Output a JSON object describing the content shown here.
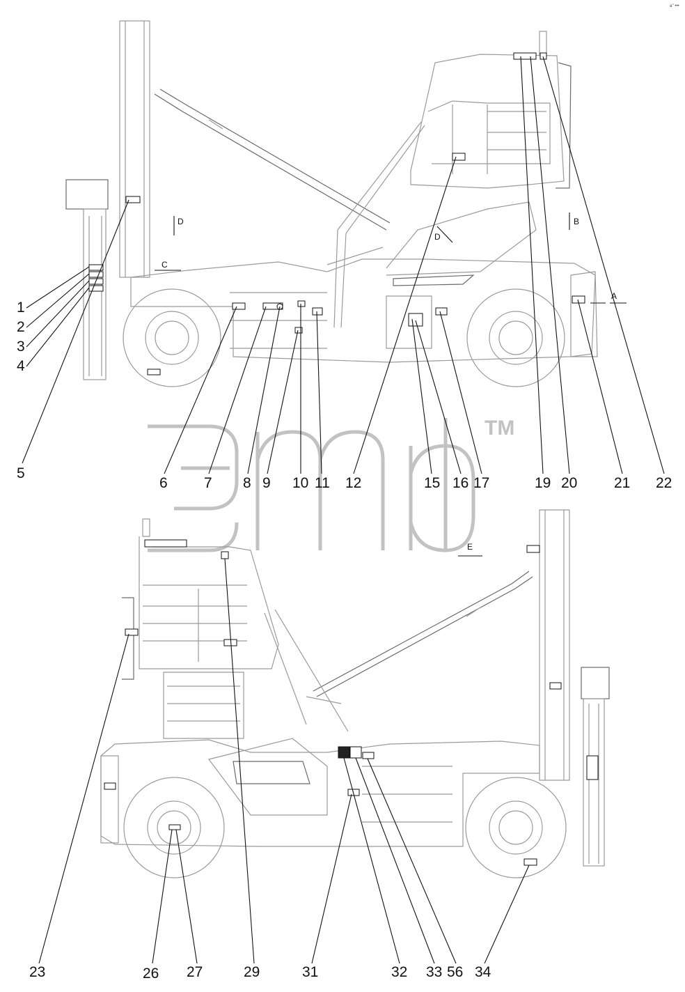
{
  "corner_mark": "a’’ •••",
  "watermark": {
    "trademark": "TM"
  },
  "view_markers": [
    "A",
    "B",
    "C",
    "D",
    "D",
    "E"
  ],
  "top_view_callouts": [
    "1",
    "2",
    "3",
    "4",
    "5",
    "6",
    "7",
    "8",
    "9",
    "10",
    "11",
    "12",
    "15",
    "16",
    "17",
    "19",
    "20",
    "21",
    "22"
  ],
  "bottom_view_callouts": [
    "23",
    "26",
    "27",
    "29",
    "31",
    "32",
    "33",
    "56",
    "34"
  ]
}
